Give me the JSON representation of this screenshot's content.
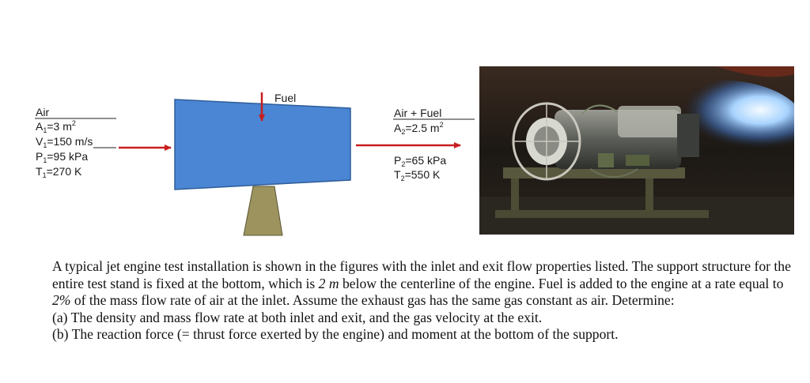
{
  "diagram": {
    "fuel_label": "Fuel",
    "inlet": {
      "title": "Air",
      "area_sym": "A",
      "area_sub": "1",
      "area_val": "=3 m",
      "area_sup": "2",
      "vel_sym": "V",
      "vel_sub": "1",
      "vel_val": "=150 m/s",
      "press_sym": "P",
      "press_sub": "1",
      "press_val": "=95 kPa",
      "temp_sym": "T",
      "temp_sub": "1",
      "temp_val": "=270 K"
    },
    "outlet": {
      "title": "Air + Fuel",
      "area_sym": "A",
      "area_sub": "2",
      "area_val": "=2.5  m",
      "area_sup": "2",
      "press_sym": "P",
      "press_sub": "2",
      "press_val": "=65 kPa",
      "temp_sym": "T",
      "temp_sub": "2",
      "temp_val": "=550 K"
    },
    "colors": {
      "engine_fill": "#4a86d4",
      "engine_stroke": "#2f5d98",
      "support_fill": "#9c935f",
      "arrow": "#c81e1e"
    }
  },
  "problem": {
    "p1": "A typical jet engine test installation is shown in the figures with the inlet and exit flow properties listed.  The support structure for the entire test stand is fixed at the bottom, which is ",
    "p1_italic1": "2 m",
    "p1_b": " below the centerline of the engine.  Fuel is added to the engine at a rate equal to ",
    "p1_italic2": "2%",
    "p1_c": " of the mass flow rate of air at the inlet.  Assume the exhaust gas has the same gas constant as air.  Determine:",
    "a": "(a) The density and mass flow rate at both inlet and exit, and the gas velocity at the exit.",
    "b": "(b) The reaction force (= thrust force exerted by the engine) and moment at the bottom of the support."
  }
}
